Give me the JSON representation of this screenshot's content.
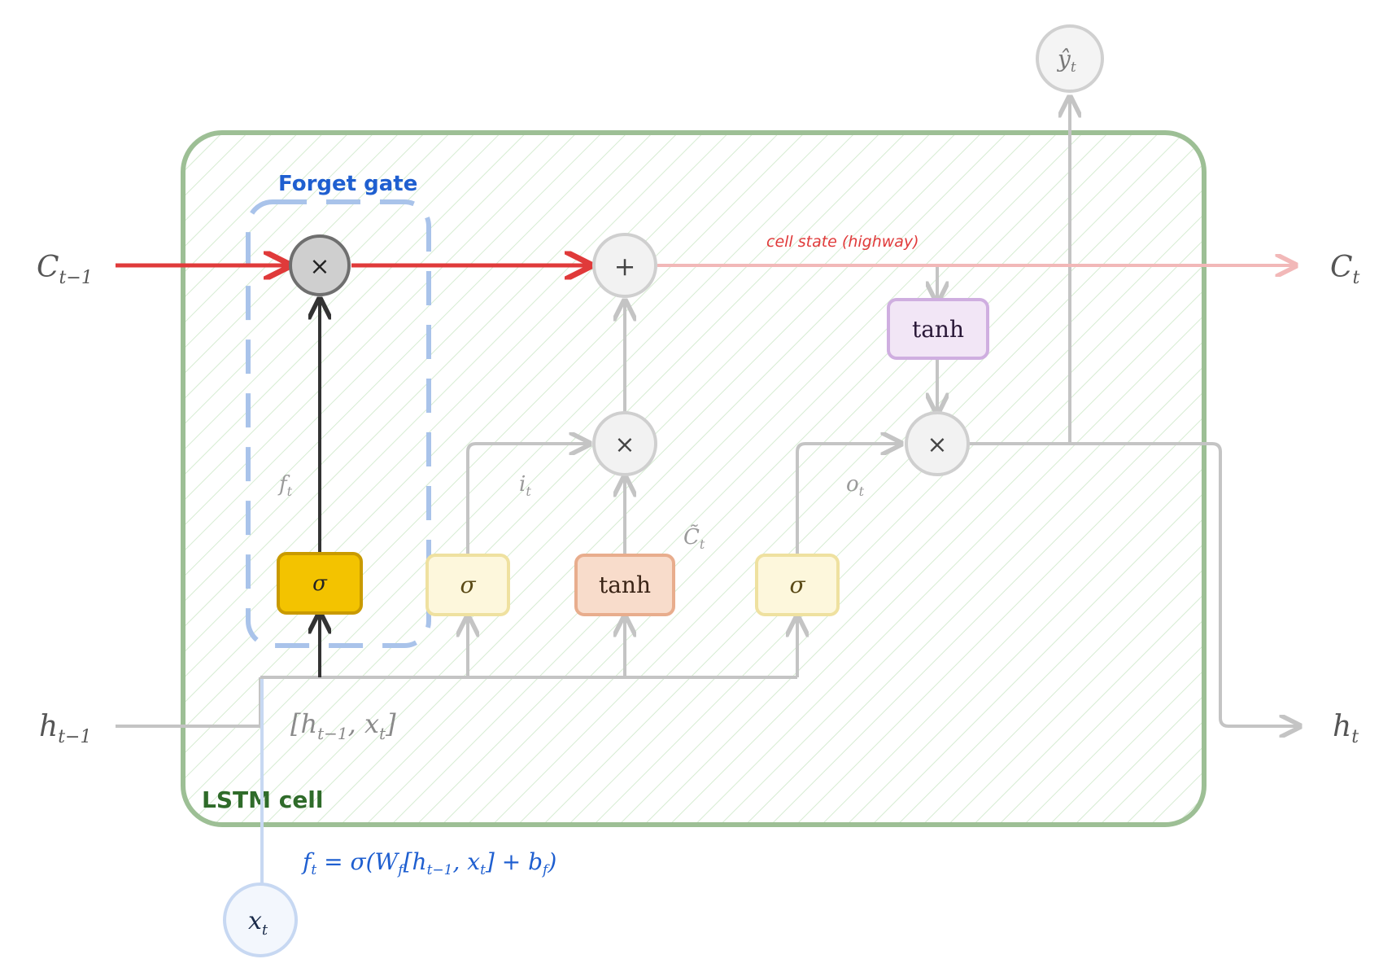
{
  "cell_label": "LSTM cell",
  "forget_gate_label": "Forget gate",
  "cell_state_label": "cell state (highway)",
  "inputs": {
    "c_prev": {
      "base": "C",
      "sub": "t−1"
    },
    "h_prev": {
      "base": "h",
      "sub": "t−1"
    },
    "x": {
      "base": "x",
      "sub": "t"
    }
  },
  "outputs": {
    "c_next": {
      "base": "C",
      "sub": "t"
    },
    "h_next": {
      "base": "h",
      "sub": "t"
    },
    "y_hat": {
      "base": "ŷ",
      "sub": "t"
    }
  },
  "gates": {
    "forget": {
      "symbol": "σ",
      "label_base": "f",
      "label_sub": "t"
    },
    "input": {
      "symbol": "σ",
      "label_base": "i",
      "label_sub": "t"
    },
    "candidate": {
      "symbol": "tanh",
      "label_base": "C̃",
      "label_sub": "t"
    },
    "output": {
      "symbol": "σ",
      "label_base": "o",
      "label_sub": "t"
    },
    "cell_tanh": {
      "symbol": "tanh"
    }
  },
  "operators": {
    "multiply": "×",
    "add": "+"
  },
  "concat": {
    "open": "[h",
    "sub": "t−1",
    "mid": ", x",
    "sub2": "t",
    "close": "]"
  },
  "formula": {
    "p1": "f",
    "p1s": "t",
    "p2": " = σ(W",
    "p2s": "f",
    "p3": "[h",
    "p3s": "t−1",
    "p4": ", x",
    "p4s": "t",
    "p5": "] + b",
    "p5s": "f",
    "p6": ")"
  },
  "colors": {
    "cell_border": "#9dbf95",
    "cell_hatch": "#d6ecd2",
    "forget_border": "#a9c3ea",
    "forget_label": "#1f5fd0",
    "cell_label": "#2f6b2a",
    "cell_state": "#e03a3a",
    "cell_state_faded": "#f2b8b8",
    "gray_line": "#c4c4c4",
    "dark_line": "#333333",
    "sigma_forget_fill": "#f3c300",
    "sigma_forget_border": "#c99a00",
    "sigma_faded_fill": "#fdf7dc",
    "sigma_faded_border": "#efe1a0",
    "tanh_fill": "#f8dccb",
    "tanh_border": "#e8ad8d",
    "tanh_cell_fill": "#f2e6f6",
    "tanh_cell_border": "#cfaee0",
    "formula": "#1f5fd0"
  }
}
